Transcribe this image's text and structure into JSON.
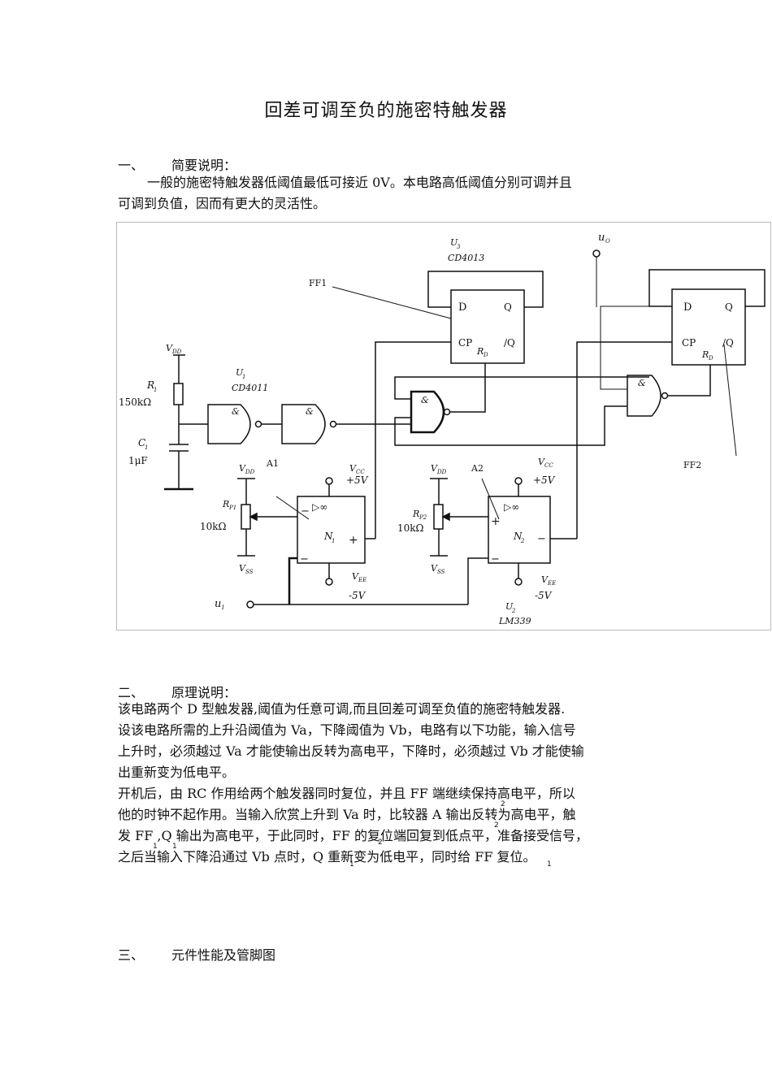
{
  "doc": {
    "title": "回差可调至负的施密特触发器",
    "section1": {
      "num": "一、",
      "heading": "简要说明："
    },
    "intro_line1": "一般的施密特触发器低阈值最低可接近 0V。本电路高低阈值分别可调并且",
    "intro_line2": "可调到负值，因而有更大的灵活性。",
    "section2": {
      "num": "二、",
      "heading": "原理说明："
    },
    "p2_1": "该电路两个 D 型触发器,阈值为任意可调,而且回差可调至负值的施密特触发器.",
    "p2_2": "设该电路所需的上升沿阈值为 Va，下降阈值为 Vb，电路有以下功能，输入信号",
    "p2_3": "上升时，必须越过 Va 才能使输出反转为高电平，下降时，必须越过 Vb 才能使输",
    "p2_4": "出重新变为低电平。",
    "p3_1": "开机后，由 RC 作用给两个触发器同时复位，并且 FF 端继续保持高电平，所以",
    "p3_2": "他的时钟不起作用。当输入欣赏上升到 Va 时，比较器 A 输出反转为高电平，触",
    "p3_3": "发 FF ,Q 输出为高电平，于此同时，FF 的复位端回复到低点平，准备接受信号，",
    "p3_4": "之后当输入下降沿通过 Vb 点时，Q 重新变为低电平，同时给 FF 复位。",
    "subscripts": {
      "s2a": "2",
      "s2b": "2",
      "s1a": "1",
      "s1b": "1",
      "s1c": "1",
      "s1d": "1",
      "s2c": "2"
    },
    "section3": {
      "num": "三、",
      "heading": "元件性能及管脚图"
    }
  },
  "circuit": {
    "ff1": "FF1",
    "ff2": "FF2",
    "ic_top": "U",
    "ic_top_sub": "3",
    "ic_top_part": "CD4013",
    "ic_nand": "U",
    "ic_nand_sub": "1",
    "ic_nand_part": "CD4011",
    "d1": "D",
    "q1": "Q",
    "cp1": "CP",
    "rd1": "R",
    "rd1_sub": "D",
    "nq1": "/Q",
    "d2": "D",
    "q2": "Q",
    "cp2": "CP",
    "rd2": "R",
    "rd2_sub": "D",
    "nq2": "/Q",
    "gate_amp": "&",
    "vdd_top": "V",
    "vdd_top_sub": "DD",
    "r1": "R",
    "r1_sub": "1",
    "r1_val": "150kΩ",
    "c1": "C",
    "c1_sub": "1",
    "c1_val": "1μF",
    "a1": "A1",
    "a2": "A2",
    "vdd_a": "V",
    "vdd_a_sub": "DD",
    "rp1": "R",
    "rp1_sub": "P1",
    "rp1_val": "10kΩ",
    "rp2": "R",
    "rp2_sub": "P2",
    "rp2_val": "10kΩ",
    "vss_a": "V",
    "vss_a_sub": "SS",
    "vdd_b": "V",
    "vdd_b_sub": "DD",
    "vss_b": "V",
    "vss_b_sub": "SS",
    "vcc1": "V",
    "vcc1_sub": "CC",
    "vcc1_val": "+5V",
    "vcc2": "V",
    "vcc2_sub": "CC",
    "vcc2_val": "+5V",
    "vee1": "V",
    "vee1_sub": "EE",
    "vee1_val": "-5V",
    "vee2": "V",
    "vee2_sub": "EE",
    "vee2_val": "-5V",
    "comp": "▷∞",
    "n1": "N",
    "n1_sub": "1",
    "n2": "N",
    "n2_sub": "2",
    "plus": "+",
    "minus": "−",
    "ic_comp": "U",
    "ic_comp_sub": "2",
    "ic_comp_part": "LM339",
    "uo": "u",
    "uo_sub": "O",
    "ui": "u",
    "ui_sub": "I"
  }
}
